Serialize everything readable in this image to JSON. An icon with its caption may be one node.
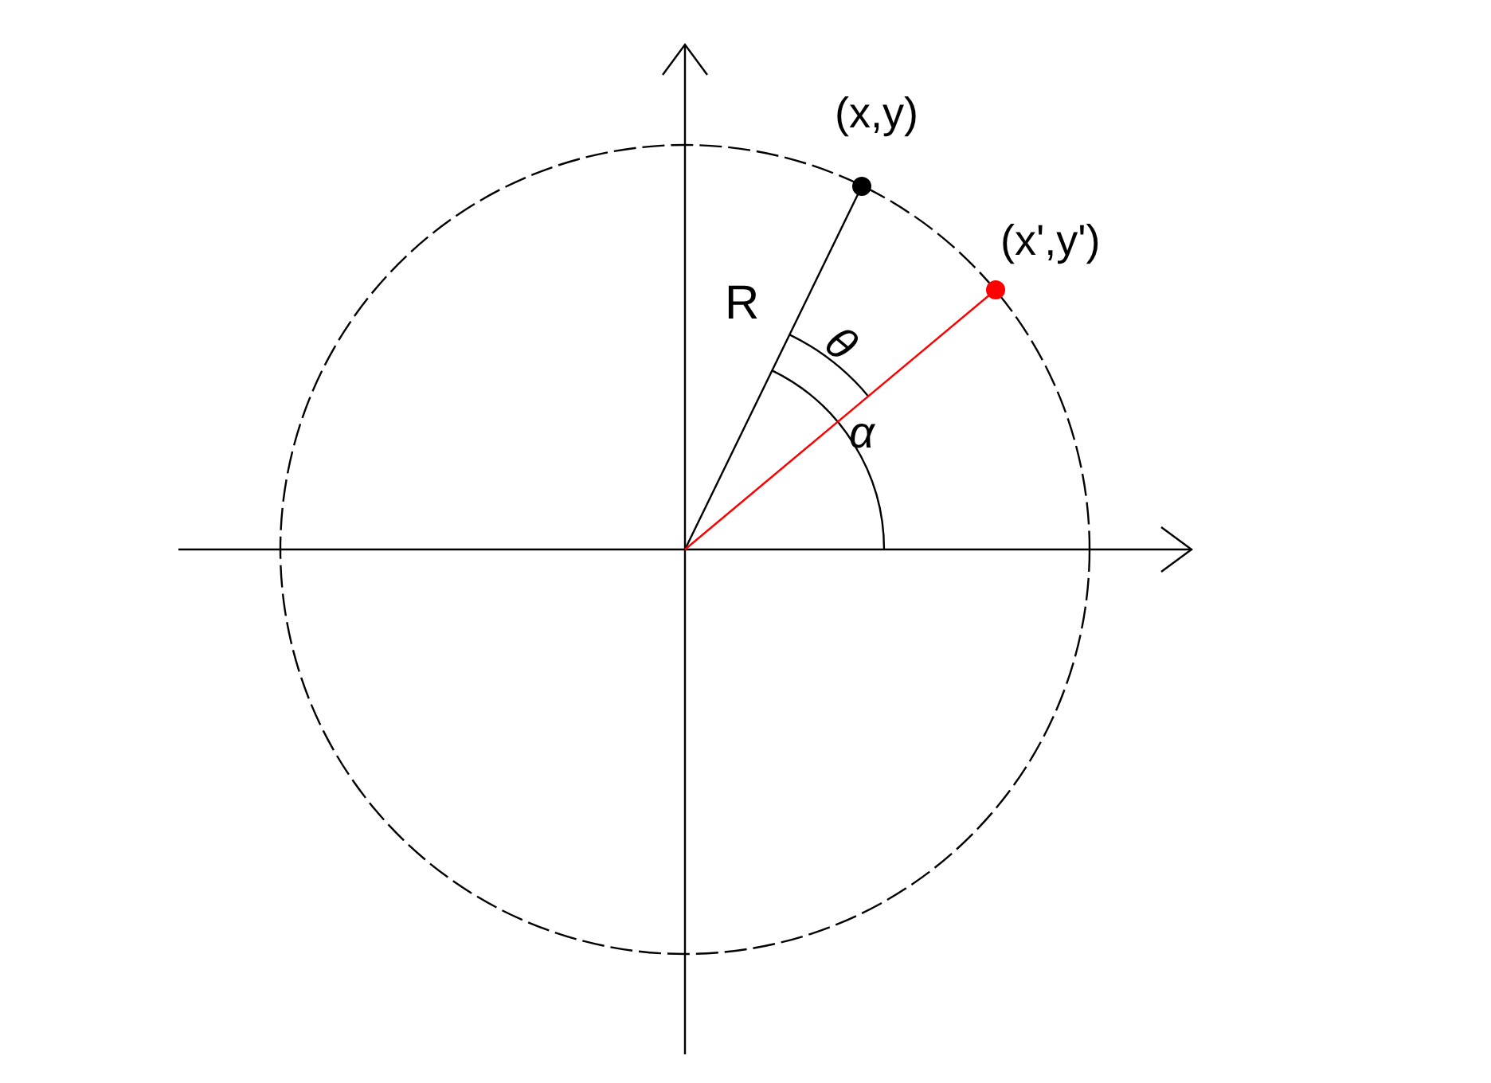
{
  "diagram": {
    "nodes": [
      {
        "text": [
          "(x,y)"
        ]
      },
      {
        "text": [
          "(x',y')"
        ]
      }
    ],
    "edges": [
      {
        "from": null,
        "to": 0,
        "arrow": "none",
        "label": "R"
      },
      {
        "from": null,
        "to": 1,
        "arrow": "none",
        "color": "#ff0000"
      }
    ],
    "labels": [
      "θ",
      "α"
    ]
  }
}
